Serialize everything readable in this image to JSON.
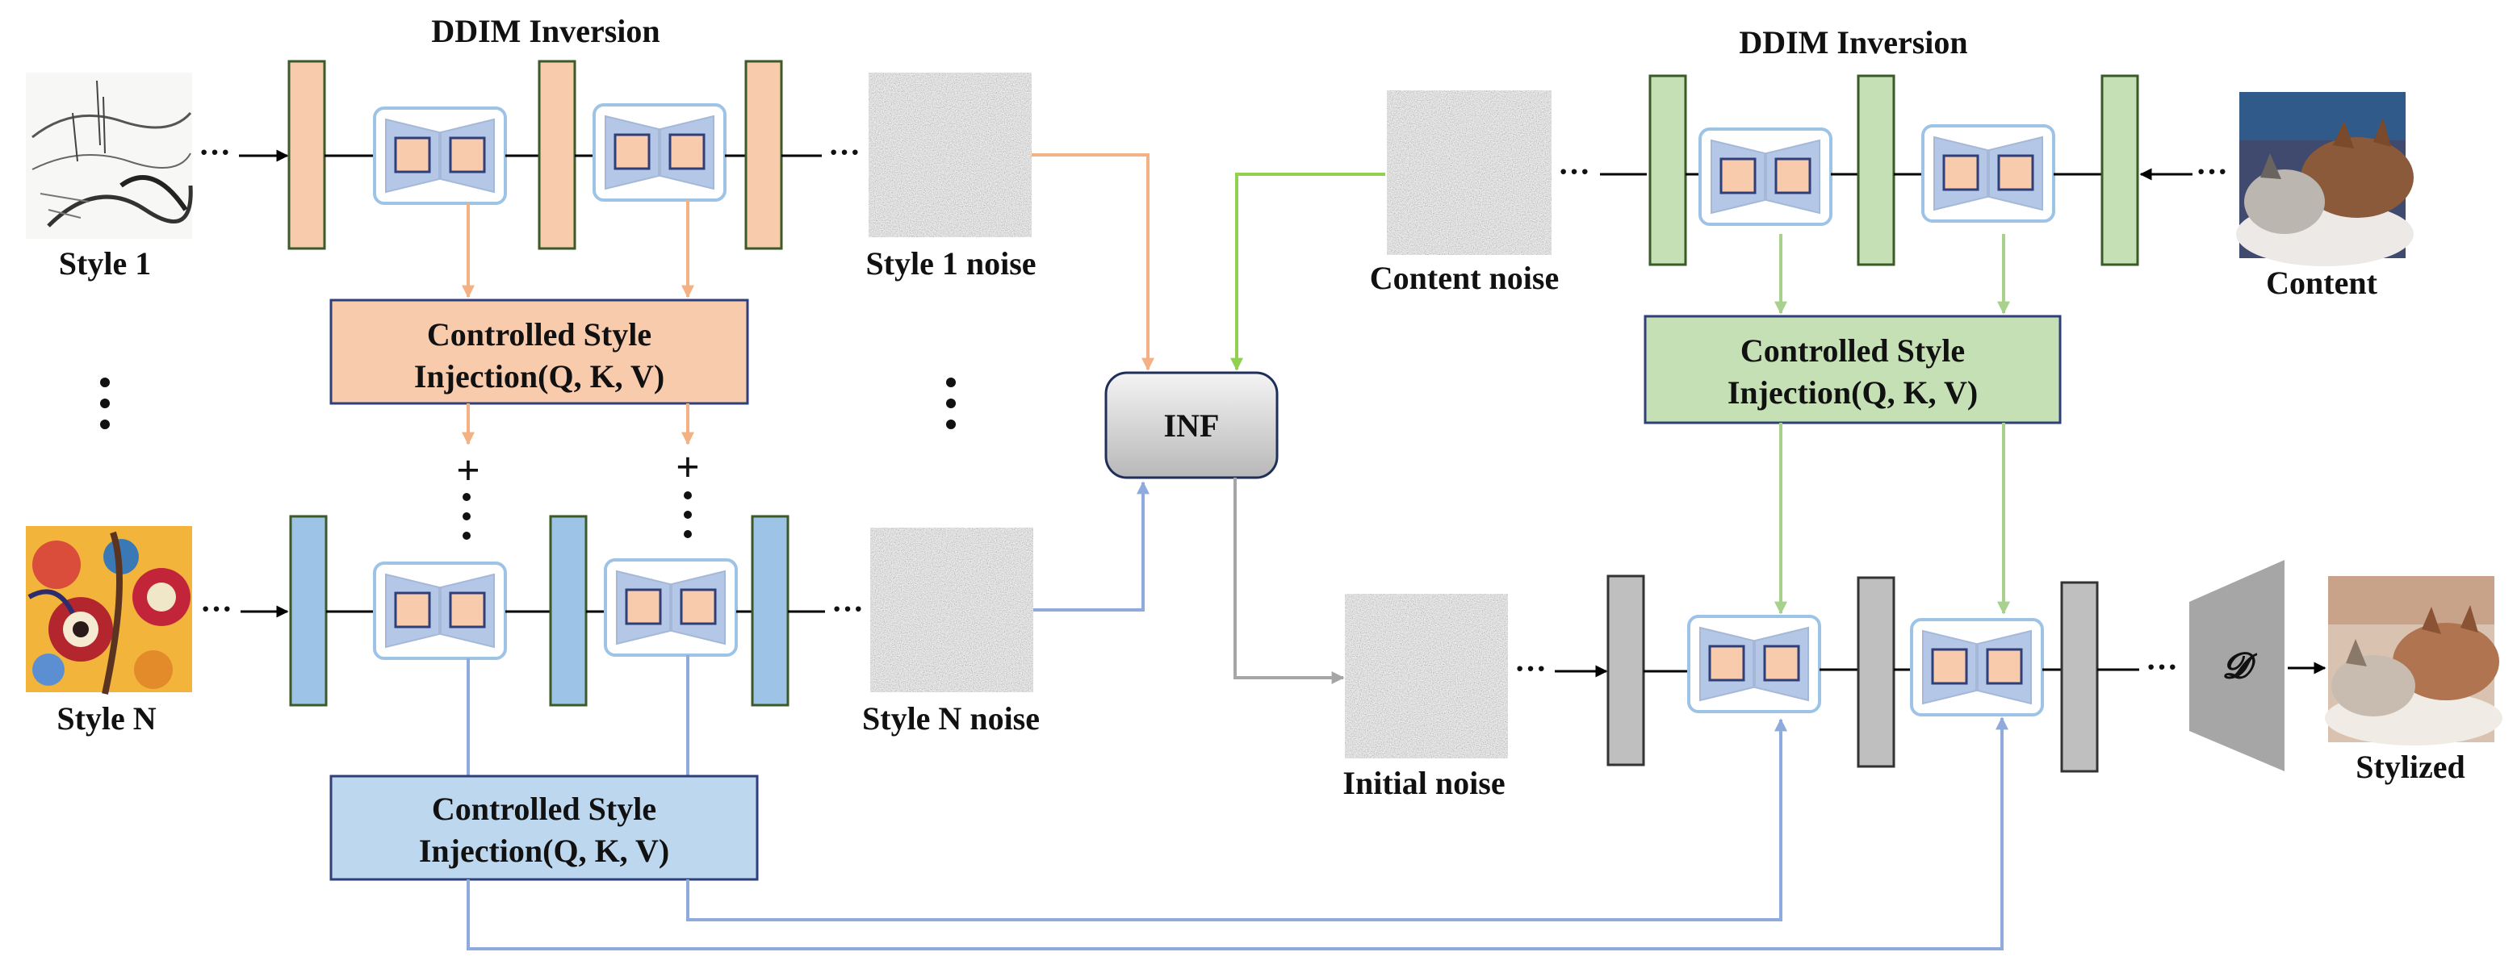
{
  "titles": {
    "style_inversion": "DDIM Inversion",
    "content_inversion": "DDIM Inversion"
  },
  "labels": {
    "style1": "Style 1",
    "styleN": "Style N",
    "style1_noise": "Style 1 noise",
    "styleN_noise": "Style N noise",
    "content_noise": "Content noise",
    "content": "Content",
    "initial_noise": "Initial noise",
    "stylized": "Stylized"
  },
  "boxes": {
    "csi_orange": [
      "Controlled Style",
      "Injection(Q, K, V)"
    ],
    "csi_blue": [
      "Controlled Style",
      "Injection(Q, K, V)"
    ],
    "csi_green": [
      "Controlled Style",
      "Injection(Q, K, V)"
    ],
    "inf": "INF",
    "decoder": "𝓓"
  },
  "symbols": {
    "ellipsis": "···",
    "plus": "+"
  },
  "colors": {
    "orange_fill": "#f8cbad",
    "orange_line": "#f4b183",
    "blue_fill": "#9dc3e6",
    "blue_box": "#bdd7ee",
    "blue_line": "#8faadc",
    "green_fill": "#c5e0b4",
    "green_line": "#a9d18e",
    "green_bright": "#92d050",
    "gray_fill": "#bfbfbf",
    "gray_line": "#a6a6a6",
    "unet_border": "#9dc3e6",
    "trap_fill": "#b4c7e7",
    "sq_fill": "#f8cbad",
    "sq_border": "#2f3f7a"
  }
}
